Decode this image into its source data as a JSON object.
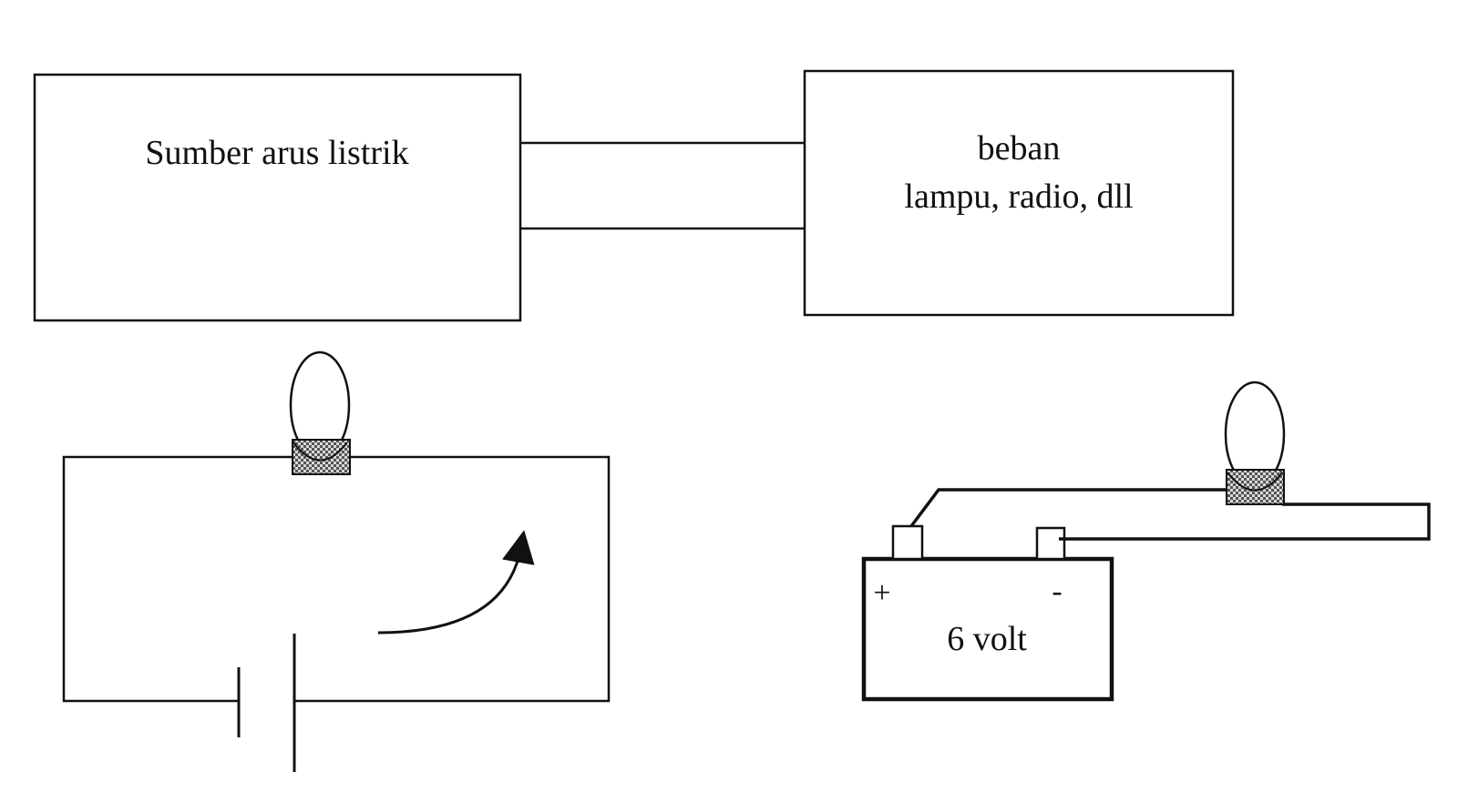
{
  "top_block_diagram": {
    "source_label": "Sumber arus listrik",
    "load_label_line1": "beban",
    "load_label_line2": "lampu, radio, dll"
  },
  "battery_circuit": {
    "plus_label": "+",
    "minus_label": "-",
    "voltage_label": "6 volt"
  },
  "colors": {
    "stroke": "#111111",
    "socket_fill": "#8a8a8a",
    "background": "#ffffff"
  }
}
